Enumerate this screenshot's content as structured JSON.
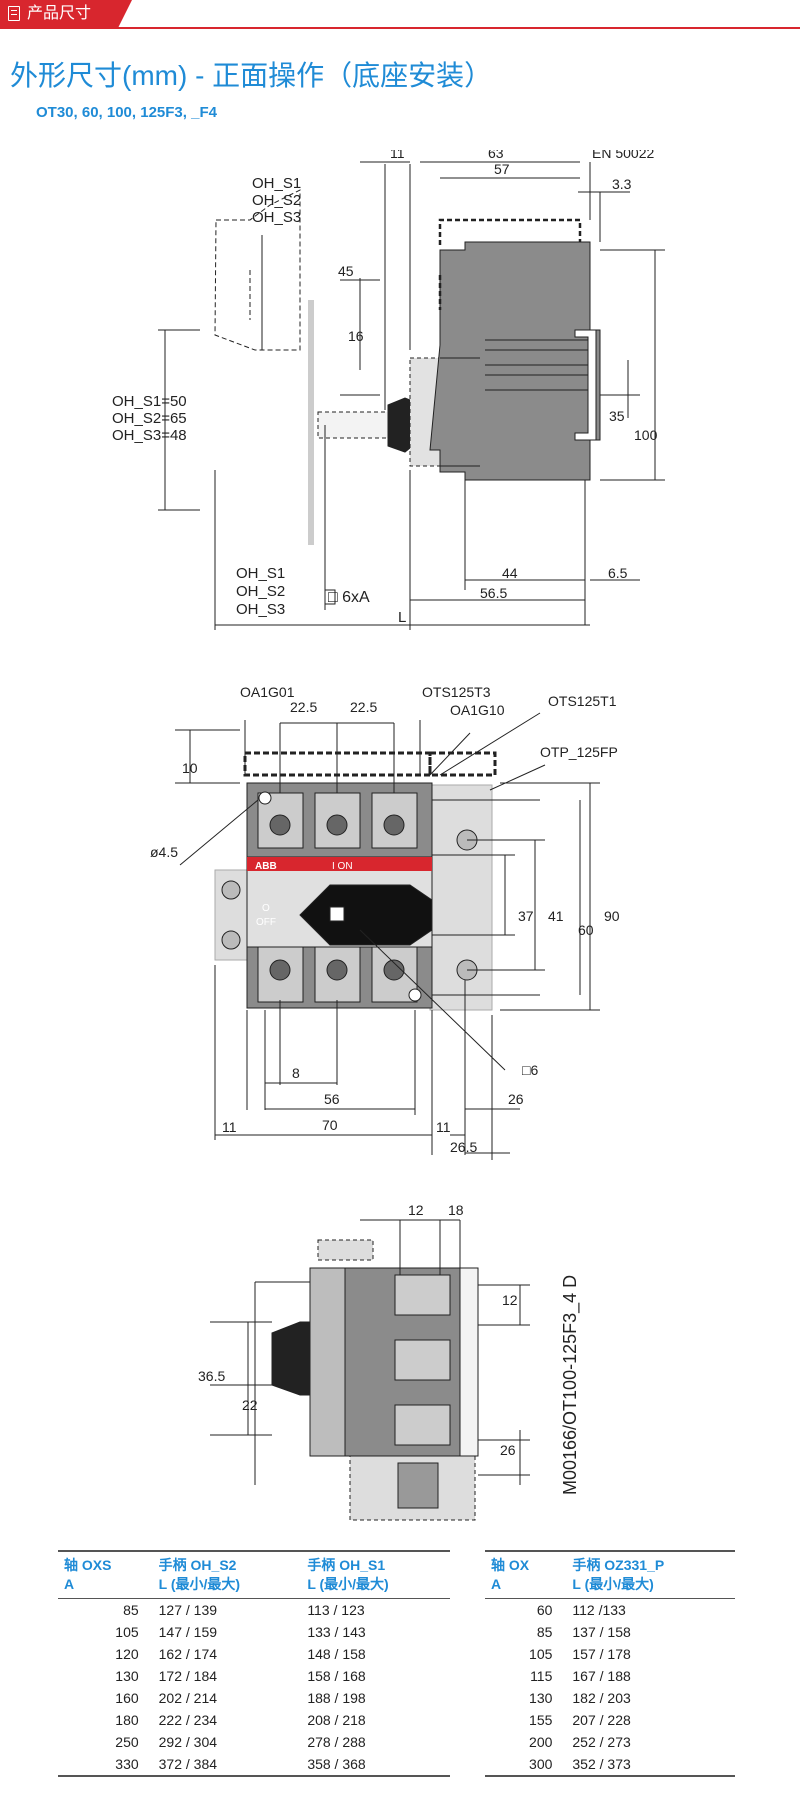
{
  "header": {
    "tag_label": "产品尺寸"
  },
  "page": {
    "title": "外形尺寸(mm) - 正面操作（底座安装）",
    "subtitle": "OT30, 60, 100, 125F3, _F4"
  },
  "figure1": {
    "handle_models": [
      "OH_S1",
      "OH_S2",
      "OH_S3"
    ],
    "shaft_lengths": [
      "OH_S1=50",
      "OH_S2=65",
      "OH_S3=48"
    ],
    "bottom_models": [
      "OH_S1",
      "OH_S2",
      "OH_S3"
    ],
    "dims": {
      "d11": "11",
      "d63": "63",
      "en50022": "EN 50022",
      "d57": "57",
      "d3_3": "3.3",
      "d45": "45",
      "d16": "16",
      "d35": "35",
      "d100": "100",
      "d44": "44",
      "d6_5": "6.5",
      "d56_5": "56.5",
      "d6xA": "□ 6xA",
      "dL": "L"
    }
  },
  "figure2": {
    "labels": {
      "oa1g01": "OA1G01",
      "ots125t3": "OTS125T3",
      "ots125t1": "OTS125T1",
      "oa1g10": "OA1G10",
      "otp125fp": "OTP_125FP",
      "phi45": "ø4.5",
      "sq6": "□6",
      "abb": "ABB",
      "on": "I  ON",
      "off_o": "O",
      "off": "OFF"
    },
    "dims": {
      "d22_5a": "22.5",
      "d22_5b": "22.5",
      "d10": "10",
      "d37": "37",
      "d41": "41",
      "d60": "60",
      "d90": "90",
      "d8": "8",
      "d56": "56",
      "d26": "26",
      "d11a": "11",
      "d70": "70",
      "d11b": "11",
      "d26_5": "26.5"
    }
  },
  "figure3": {
    "dims": {
      "d12a": "12",
      "d18": "18",
      "d12b": "12",
      "d36_5": "36.5",
      "d22": "22",
      "d26": "26"
    },
    "drawing_code": "M00166/OT100-125F3_4  D"
  },
  "table_left": {
    "headers": [
      [
        "轴 OXS",
        "A"
      ],
      [
        "手柄 OH_S2",
        "L (最小/最大)"
      ],
      [
        "手柄 OH_S1",
        "L (最小/最大)"
      ]
    ],
    "rows": [
      [
        "85",
        "127 / 139",
        "113 / 123"
      ],
      [
        "105",
        "147 / 159",
        "133 / 143"
      ],
      [
        "120",
        "162 / 174",
        "148 / 158"
      ],
      [
        "130",
        "172 / 184",
        "158 / 168"
      ],
      [
        "160",
        "202 / 214",
        "188 / 198"
      ],
      [
        "180",
        "222 / 234",
        "208 / 218"
      ],
      [
        "250",
        "292 / 304",
        "278 / 288"
      ],
      [
        "330",
        "372 / 384",
        "358 / 368"
      ]
    ]
  },
  "table_right": {
    "headers": [
      [
        "轴 OX",
        "A"
      ],
      [
        "手柄 OZ331_P",
        "L (最小/最大)"
      ]
    ],
    "rows": [
      [
        "60",
        "112 /133"
      ],
      [
        "85",
        "137 / 158"
      ],
      [
        "105",
        "157 / 178"
      ],
      [
        "115",
        "167 / 188"
      ],
      [
        "130",
        "182 / 203"
      ],
      [
        "155",
        "207 / 228"
      ],
      [
        "200",
        "252 / 273"
      ],
      [
        "300",
        "352 / 373"
      ]
    ]
  }
}
